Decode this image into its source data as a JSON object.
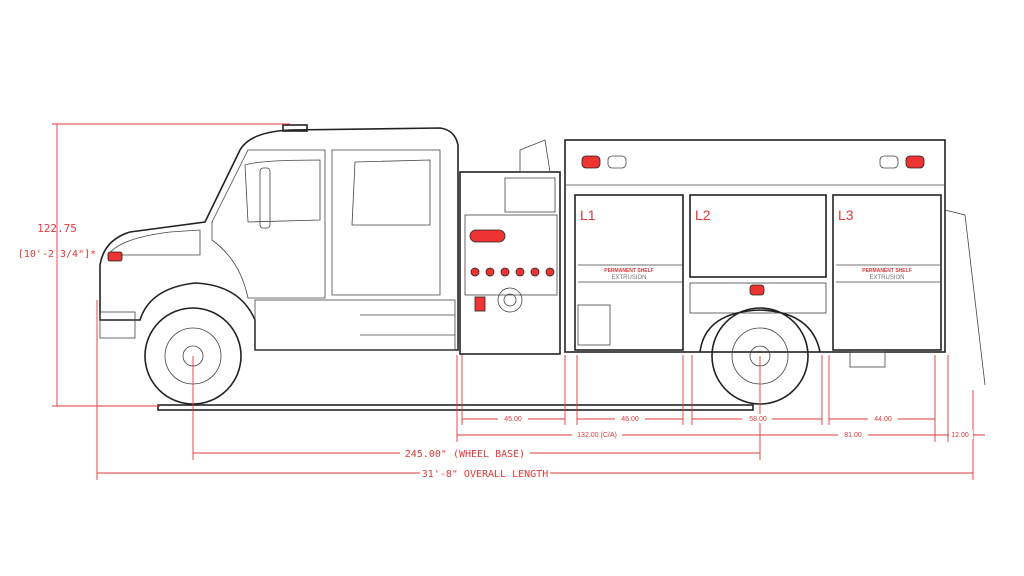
{
  "drawing": {
    "height_dim": "122.75",
    "height_dim_ft": "[10'-2 3/4\"]*",
    "compartments": [
      "L1",
      "L2",
      "L3"
    ],
    "shelf_label": "PERMANENT SHELF",
    "extrusion_label": "EXTRUSION",
    "dims": {
      "d45": "45.00",
      "d46": "46.00",
      "d58": "58.00",
      "d44": "44.00",
      "ca": "132.00 (C/A)",
      "d81": "81.00",
      "d12": "12.00",
      "wheel_base": "245.00\" (WHEEL BASE)",
      "overall_length": "31'-8\" OVERALL LENGTH"
    },
    "colors": {
      "dimension": "#e03a3a",
      "lines": "#222222"
    }
  }
}
